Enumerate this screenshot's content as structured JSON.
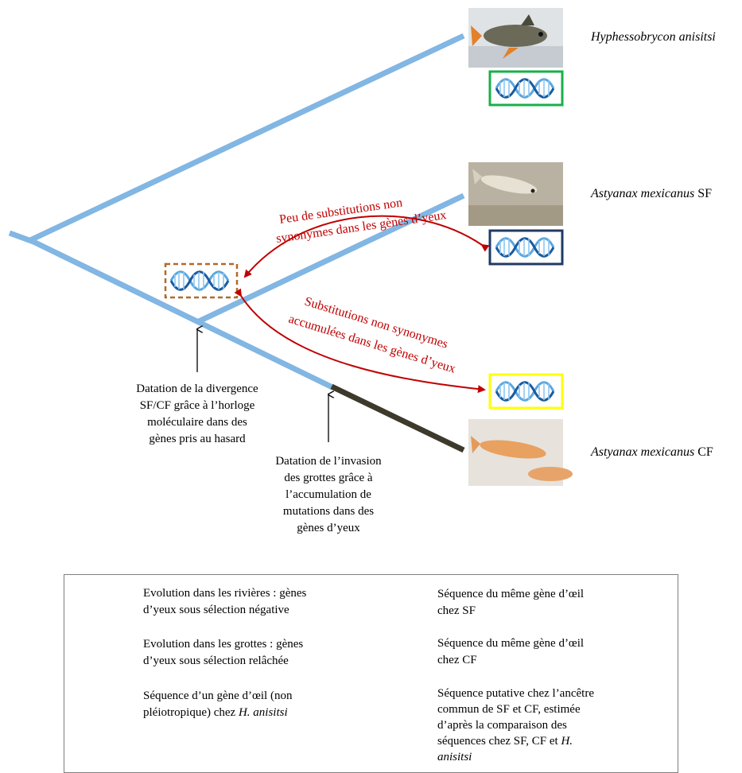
{
  "species": {
    "h_anisitsi": {
      "name": "Hyphessobrycon anisitsi",
      "suffix": ""
    },
    "sf": {
      "name": "Astyanax mexicanus",
      "suffix": " SF"
    },
    "cf": {
      "name": "Astyanax mexicanus",
      "suffix": " CF"
    }
  },
  "arrows": {
    "sf_label_line1": "Peu de substitutions non",
    "sf_label_line2": "synonymes dans les gènes d’yeux",
    "cf_label_line1": "Substitutions non synonymes",
    "cf_label_line2": "accumulées dans les gènes d’yeux"
  },
  "notes": {
    "divergence": [
      "Datation de la divergence",
      "SF/CF grâce à l’horloge",
      "moléculaire dans des",
      "gènes pris au hasard"
    ],
    "invasion": [
      "Datation de l’invasion",
      "des grottes grâce à",
      "l’accumulation de",
      "mutations dans des",
      "gènes d’yeux"
    ]
  },
  "legend": {
    "rivers": [
      "Evolution dans les rivières : gènes",
      "d’yeux sous sélection négative"
    ],
    "caves": [
      "Evolution dans les grottes : gènes",
      "d’yeux sous sélection relâchée"
    ],
    "h_seq": {
      "line1": "Séquence d’un gène d’œil (non",
      "line2_pre": "pléiotropique) chez ",
      "line2_it": "H. anisitsi"
    },
    "sf_seq": [
      "Séquence du même gène d’œil",
      "chez SF"
    ],
    "cf_seq": [
      "Séquence du même gène d’œil",
      "chez CF"
    ],
    "anc_seq": {
      "lines": [
        "Séquence putative chez l’ancêtre",
        "commun de SF et CF, estimée",
        "d’après la comparaison des"
      ],
      "line4": "séquences chez SF, CF et ",
      "line4_it": "H.",
      "line5_it": "anisitsi"
    }
  },
  "colors": {
    "river_branch": "#82b6e3",
    "cave_branch": "#3d3a2b",
    "arrow_red": "#c00000",
    "box_green": "#18b04a",
    "box_navy": "#1f3a66",
    "box_yellow": "#ffff00",
    "box_brown_dashed": "#b06a2c",
    "dna_blue": "#5aa7e0",
    "dna_dark": "#1a5aa0"
  }
}
